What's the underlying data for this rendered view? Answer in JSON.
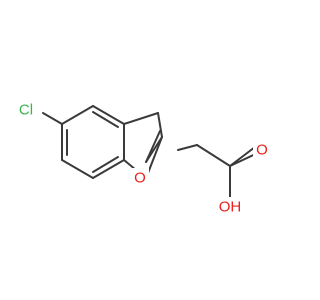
{
  "colors": {
    "bond": "#3a3a3a",
    "chlorine": "#3cb44b",
    "oxygen": "#e8211c"
  },
  "atoms": {
    "chlorine": "Cl",
    "ring_oxygen": "O",
    "carbonyl_oxygen": "O",
    "hydroxyl": "OH"
  }
}
